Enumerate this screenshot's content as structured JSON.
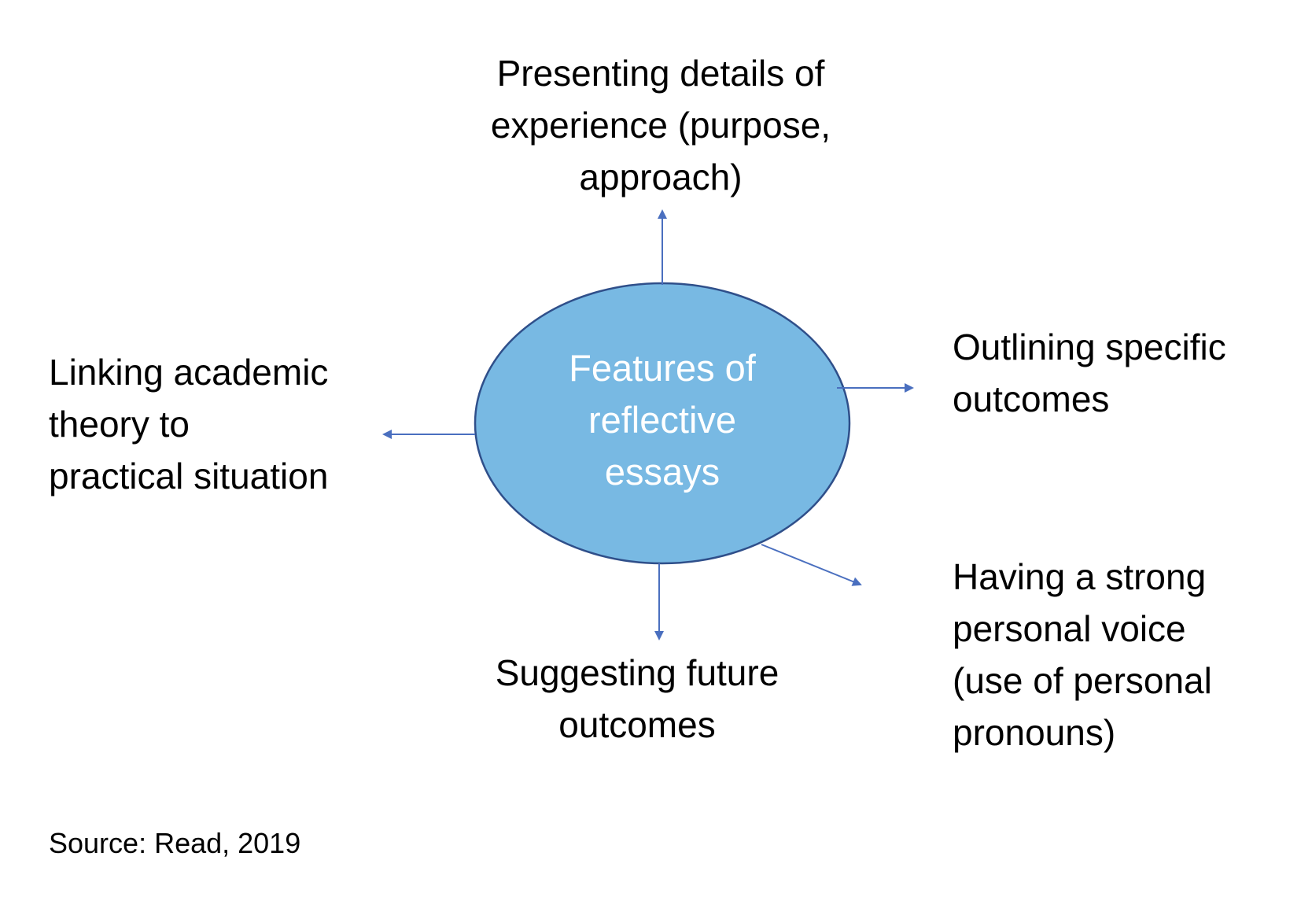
{
  "center": {
    "lines": [
      "Features of",
      "reflective",
      "essays"
    ],
    "fill_color": "#78b9e3",
    "stroke_color": "#2f4f8a"
  },
  "arrow_color": "#4a6fbf",
  "features": {
    "top": [
      "Presenting details of",
      "experience (purpose,",
      "approach)"
    ],
    "left": [
      "Linking academic",
      "theory to",
      "practical situation"
    ],
    "right": [
      "Outlining specific",
      "outcomes"
    ],
    "bottom_right": [
      "Having a strong",
      "personal voice",
      "(use of personal",
      "pronouns)"
    ],
    "bottom": [
      "Suggesting future",
      "outcomes"
    ]
  },
  "source": "Source: Read, 2019"
}
